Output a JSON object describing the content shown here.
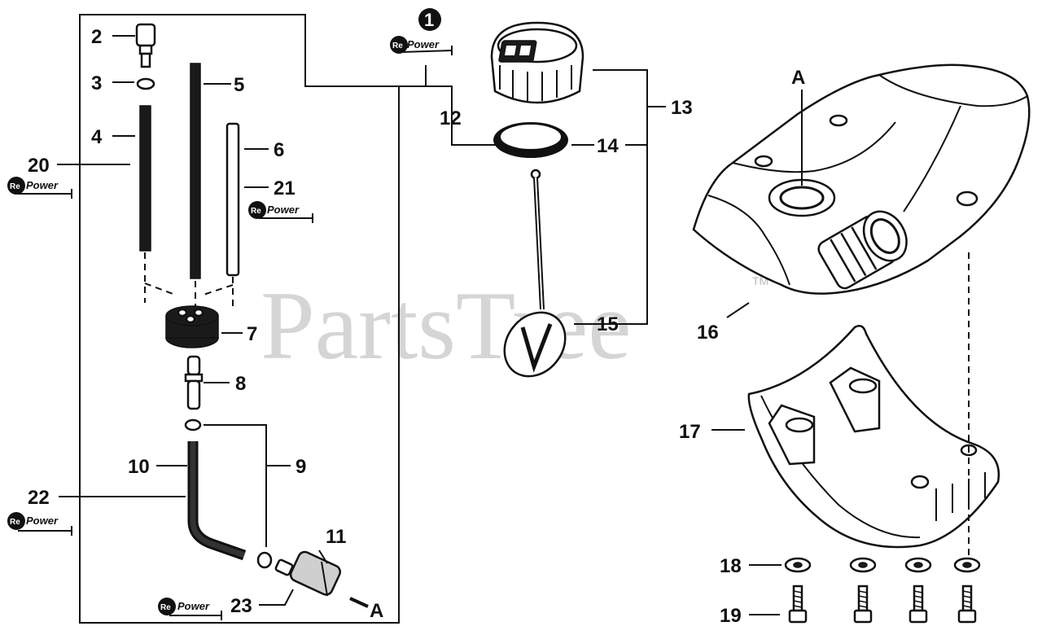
{
  "watermark": {
    "text": "PartsTree",
    "tm": "TM"
  },
  "repower": {
    "re": "Re",
    "power": "Power"
  },
  "badge": {
    "number": "1"
  },
  "marker": {
    "a": "A"
  },
  "labels": {
    "p2": "2",
    "p3": "3",
    "p4": "4",
    "p5": "5",
    "p6": "6",
    "p7": "7",
    "p8": "8",
    "p9": "9",
    "p10": "10",
    "p11": "11",
    "p12": "12",
    "p13": "13",
    "p14": "14",
    "p15": "15",
    "p16": "16",
    "p17": "17",
    "p18": "18",
    "p19": "19",
    "p20": "20",
    "p21": "21",
    "p22": "22",
    "p23": "23"
  }
}
